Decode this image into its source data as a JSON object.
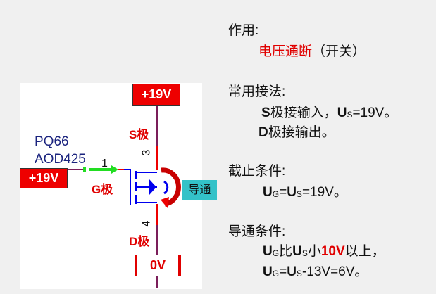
{
  "diagram": {
    "top_source_label": "+19V",
    "left_source_label": "+19V",
    "bottom_label": "0V",
    "part_ref": "PQ66",
    "part_name": "AOD425",
    "pin_gate": "1",
    "pin_source": "3",
    "pin_drain": "4",
    "source_label": "S极",
    "gate_label": "G极",
    "drain_label": "D极",
    "state_badge": "导通",
    "colors": {
      "red": "#ee0000",
      "wire": "#7b1e5a",
      "mosfet": "#0000ee",
      "arrow": "#22dd22",
      "badge": "#33c2c8"
    }
  },
  "notes": {
    "function_title": "作用:",
    "function_value": "电压通断",
    "function_paren": "（开关）",
    "wiring_title": "常用接法:",
    "wiring_line1_bold": "S",
    "wiring_line1_text": "极接输入，",
    "wiring_line1_u": "U",
    "wiring_line1_sub": "S",
    "wiring_line1_tail": "=19V。",
    "wiring_line2_bold": "D",
    "wiring_line2_text": "极接输出。",
    "cutoff_title": "截止条件:",
    "cutoff_u1": "U",
    "cutoff_sub1": "G",
    "cutoff_eq": "=",
    "cutoff_u2": "U",
    "cutoff_sub2": "S",
    "cutoff_tail": "=19V。",
    "on_title": "导通条件:",
    "on_l1_u1": "U",
    "on_l1_sub1": "G",
    "on_l1_mid": "比",
    "on_l1_u2": "U",
    "on_l1_sub2": "S",
    "on_l1_mid2": "小",
    "on_l1_red": "10V",
    "on_l1_tail": "以上，",
    "on_l2_u1": "U",
    "on_l2_sub1": "G",
    "on_l2_eq": "=",
    "on_l2_u2": "U",
    "on_l2_sub2": "S",
    "on_l2_tail": "-13V=6V。"
  }
}
